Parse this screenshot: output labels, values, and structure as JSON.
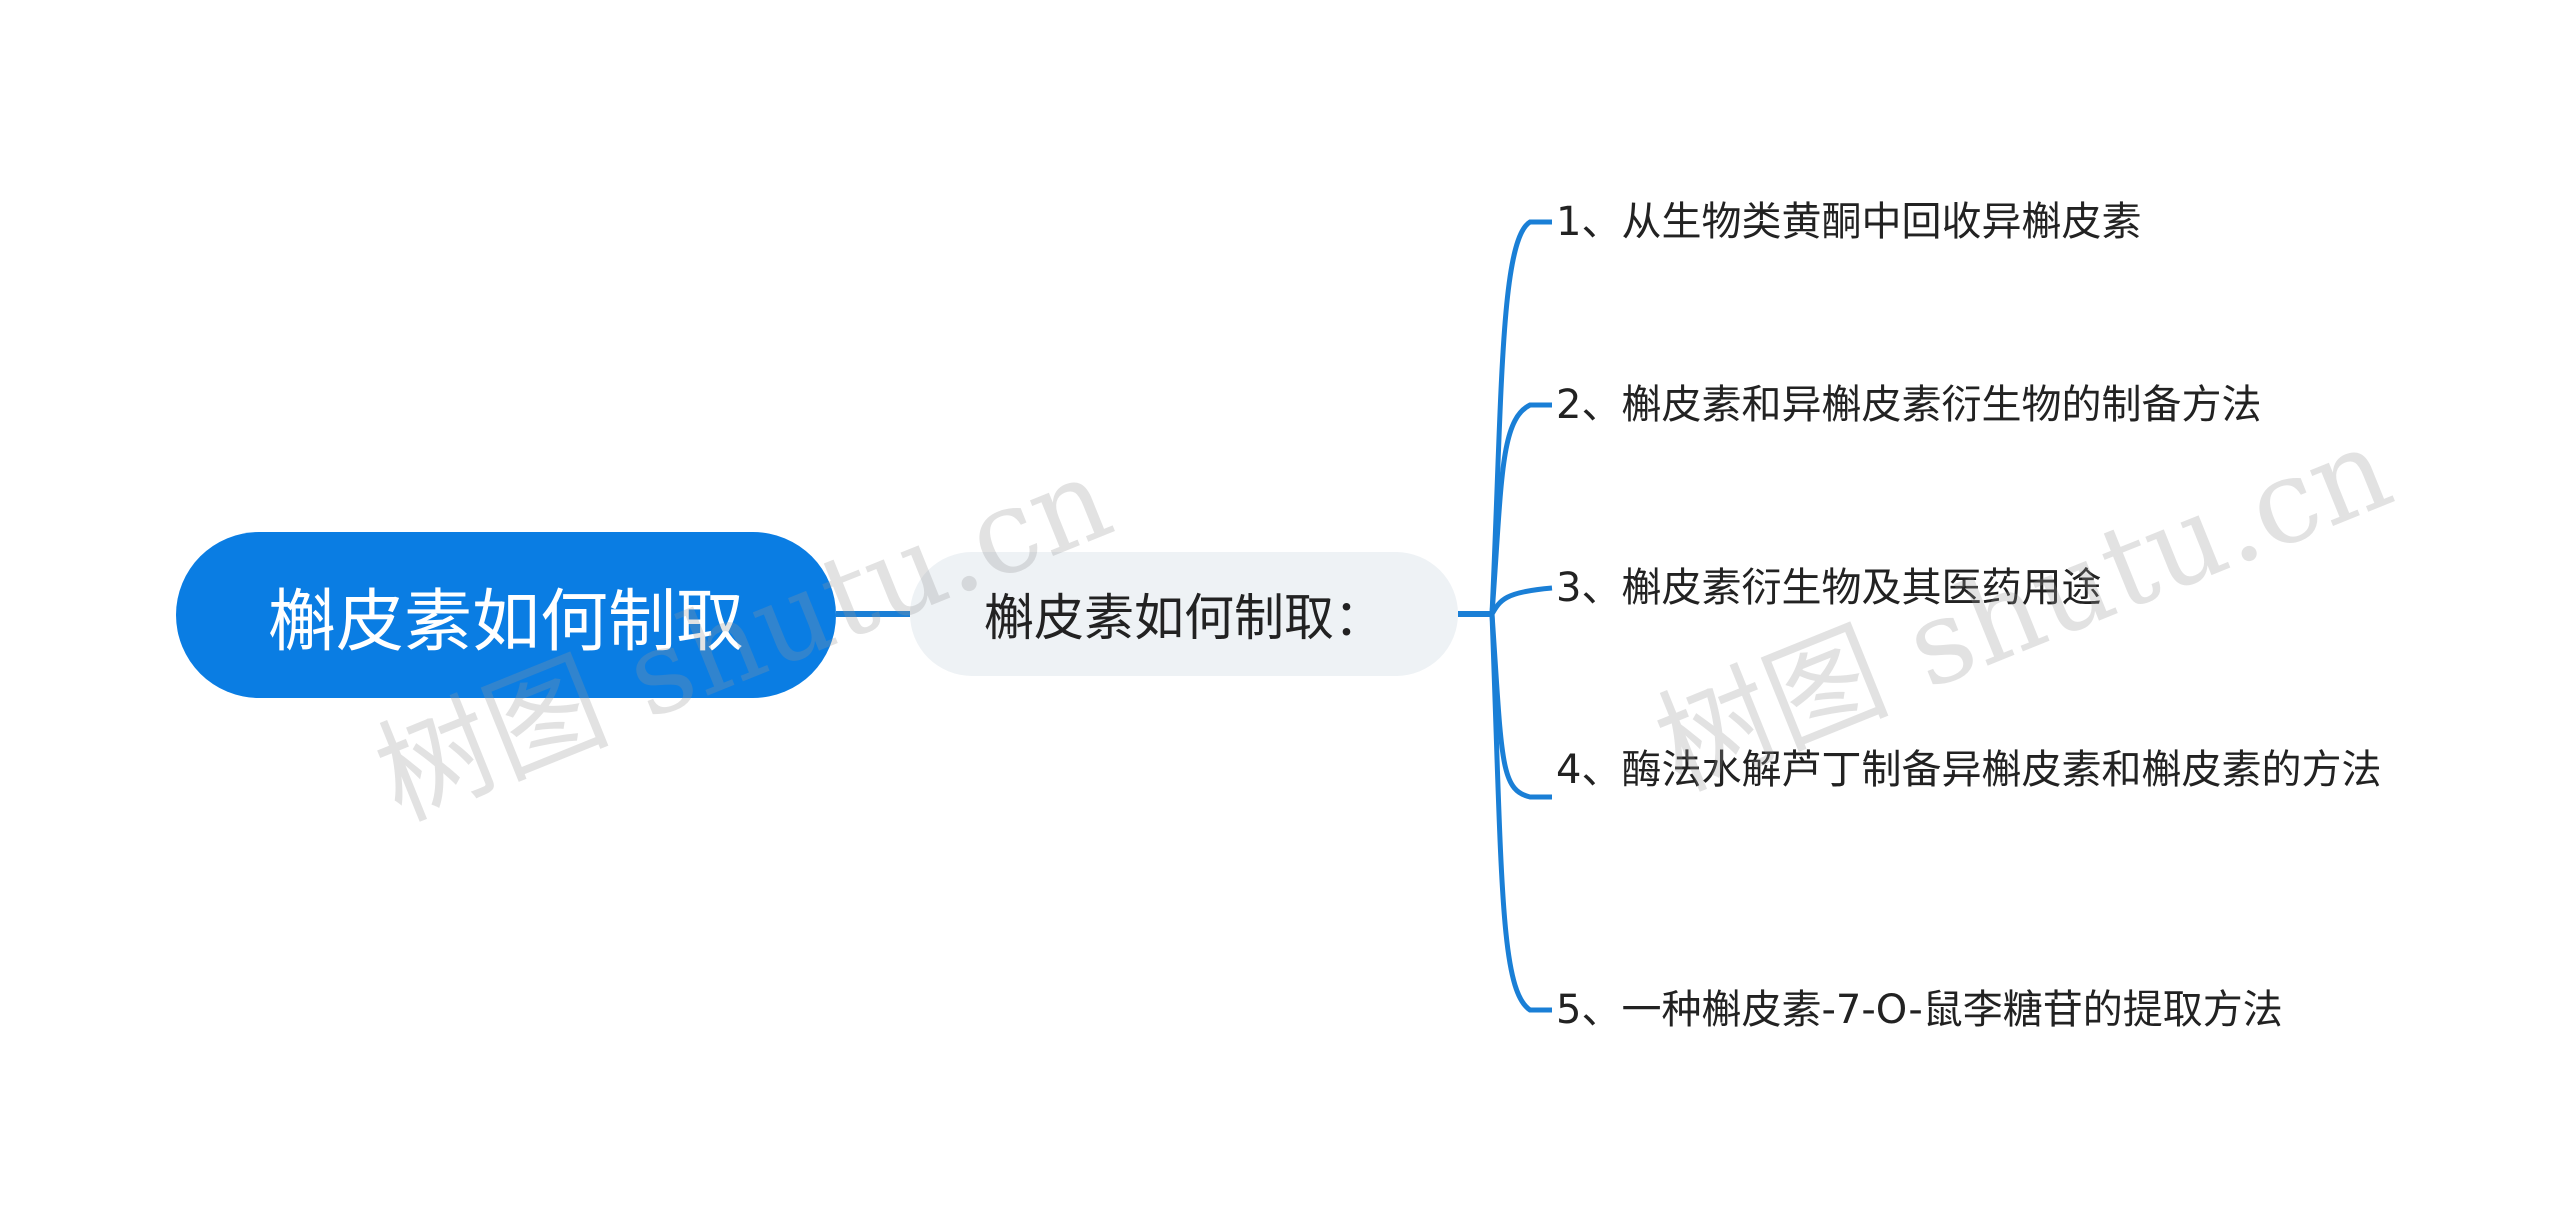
{
  "root": {
    "label": "槲皮素如何制取"
  },
  "branch": {
    "label": "槲皮素如何制取："
  },
  "leaves": [
    "1、从生物类黄酮中回收异槲皮素",
    "2、槲皮素和异槲皮素衍生物的制备方法",
    "3、槲皮素衍生物及其医药用途",
    "4、酶法水解芦丁制备异槲皮素和槲皮素的方法",
    "5、一种槲皮素-7-O-鼠李糖苷的提取方法"
  ],
  "watermarks": [
    "树图 shutu.cn",
    "树图 shutu.cn"
  ],
  "colors": {
    "accent": "#0a7de3",
    "connector": "#1a7fd6",
    "mid_bg": "#eef2f5",
    "text": "#222222"
  }
}
